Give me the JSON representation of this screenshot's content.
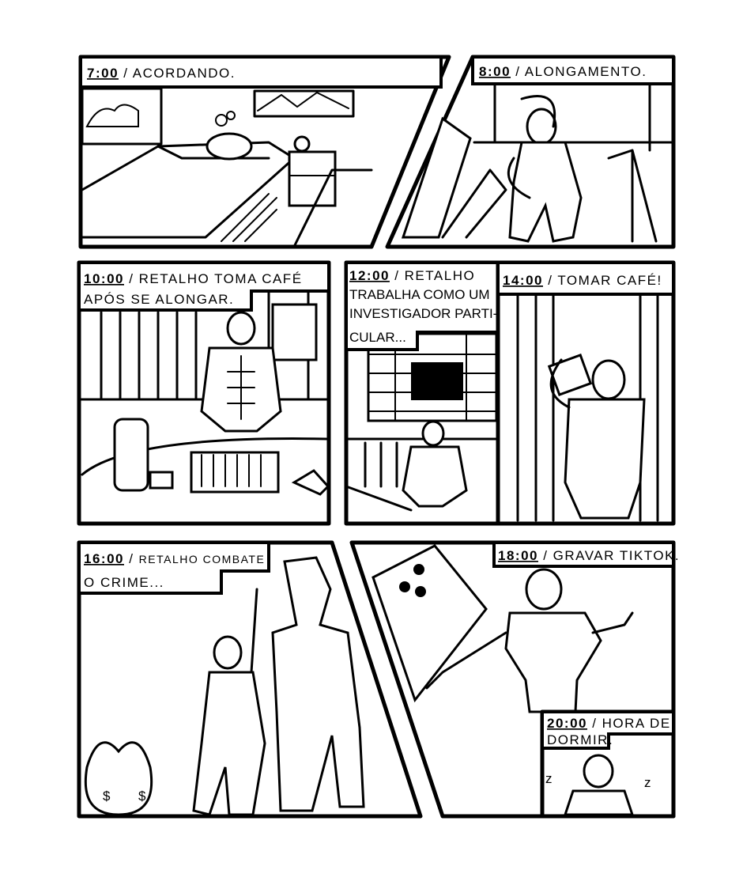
{
  "panels": [
    {
      "time": "7:00",
      "caption": [
        "ACORDANDO."
      ]
    },
    {
      "time": "8:00",
      "caption": [
        "ALONGAMENTO."
      ]
    },
    {
      "time": "10:00",
      "caption": [
        "RETALHO TOMA CAFÉ",
        "APÓS SE ALONGAR."
      ]
    },
    {
      "time": "12:00",
      "caption": [
        "RETALHO",
        "TRABALHA COMO UM",
        "INVESTIGADOR PARTI-",
        "CULAR..."
      ]
    },
    {
      "time": "14:00",
      "caption": [
        "TOMAR CAFÉ!"
      ]
    },
    {
      "time": "16:00",
      "caption": [
        "RETALHO COMBATE",
        "O CRIME..."
      ]
    },
    {
      "time": "18:00",
      "caption": [
        "GRAVAR TIKTOK."
      ]
    },
    {
      "time": "20:00",
      "caption": [
        "HORA DE",
        "DORMIR."
      ]
    }
  ]
}
